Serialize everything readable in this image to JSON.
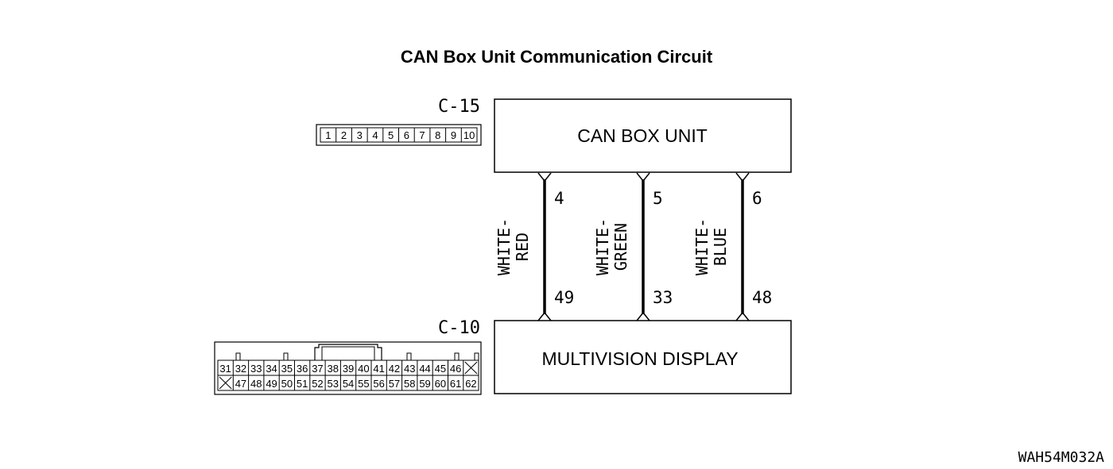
{
  "title": "CAN Box Unit Communication Circuit",
  "figure_code": "WAH54M032A",
  "units": {
    "top": {
      "label": "CAN BOX UNIT",
      "connector": "C-15"
    },
    "bottom": {
      "label": "MULTIVISION DISPLAY",
      "connector": "C-10"
    }
  },
  "wires": [
    {
      "top_pin": "4",
      "bottom_pin": "49",
      "color_line1": "WHITE-",
      "color_line2": "RED"
    },
    {
      "top_pin": "5",
      "bottom_pin": "33",
      "color_line1": "WHITE-",
      "color_line2": "GREEN"
    },
    {
      "top_pin": "6",
      "bottom_pin": "48",
      "color_line1": "WHITE-",
      "color_line2": "BLUE"
    }
  ],
  "c15_pins": [
    "1",
    "2",
    "3",
    "4",
    "5",
    "6",
    "7",
    "8",
    "9",
    "10"
  ],
  "c10_row1": [
    "31",
    "32",
    "33",
    "34",
    "35",
    "36",
    "37",
    "38",
    "39",
    "40",
    "41",
    "42",
    "43",
    "44",
    "45",
    "46",
    "X"
  ],
  "c10_row2": [
    "X",
    "47",
    "48",
    "49",
    "50",
    "51",
    "52",
    "53",
    "54",
    "55",
    "56",
    "57",
    "58",
    "59",
    "60",
    "61",
    "62"
  ]
}
